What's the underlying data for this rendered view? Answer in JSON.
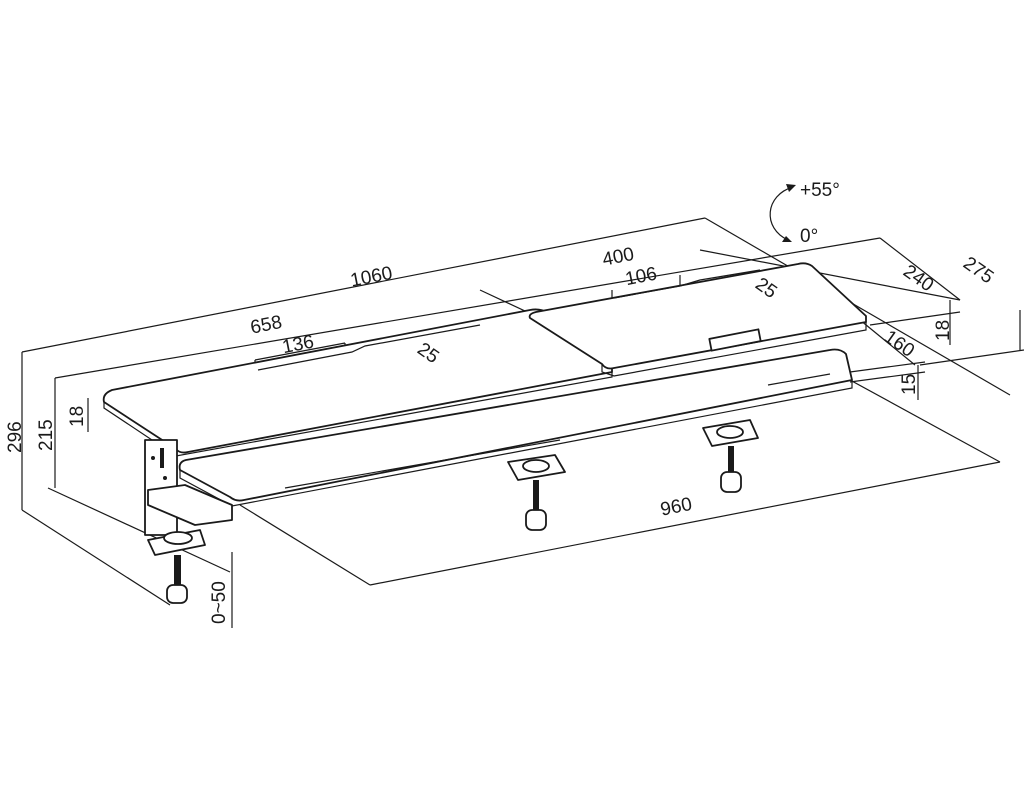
{
  "diagram": {
    "rotation": {
      "max": "+55°",
      "min": "0°"
    },
    "dimensions": {
      "total_length": "1060",
      "right_board_length": "400",
      "right_notch_width": "106",
      "right_notch_depth": "25",
      "left_board_length": "658",
      "left_notch_width": "136",
      "left_notch_depth": "25",
      "top_depth": "240",
      "total_depth": "275",
      "keyboard_depth": "160",
      "top_thickness_right": "18",
      "keyboard_thickness": "15",
      "total_height": "296",
      "top_height": "215",
      "top_thickness_left": "18",
      "keyboard_length": "960",
      "clamp_range": "0~50"
    }
  }
}
